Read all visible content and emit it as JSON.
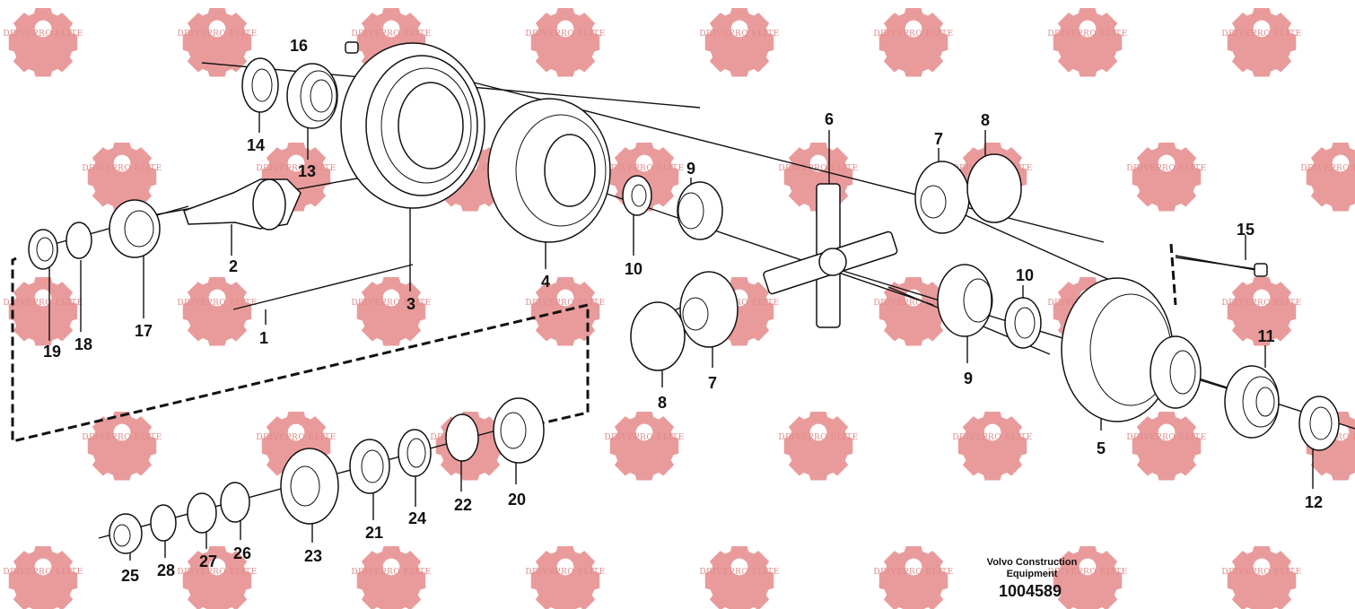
{
  "watermark": {
    "text": "DRIVEPRO ELITE",
    "color": "#e58a8a"
  },
  "caption": {
    "line1": "Volvo Construction",
    "line2": "Equipment",
    "doc_number": "1004589"
  },
  "labels": [
    {
      "id": "16",
      "text": "16"
    },
    {
      "id": "14",
      "text": "14"
    },
    {
      "id": "13",
      "text": "13"
    },
    {
      "id": "2",
      "text": "2"
    },
    {
      "id": "3",
      "text": "3"
    },
    {
      "id": "1",
      "text": "1"
    },
    {
      "id": "4",
      "text": "4"
    },
    {
      "id": "19",
      "text": "19"
    },
    {
      "id": "18",
      "text": "18"
    },
    {
      "id": "17",
      "text": "17"
    },
    {
      "id": "6",
      "text": "6"
    },
    {
      "id": "7a",
      "text": "7"
    },
    {
      "id": "8a",
      "text": "8"
    },
    {
      "id": "9a",
      "text": "9"
    },
    {
      "id": "10a",
      "text": "10"
    },
    {
      "id": "15",
      "text": "15"
    },
    {
      "id": "10b",
      "text": "10"
    },
    {
      "id": "11",
      "text": "11"
    },
    {
      "id": "9b",
      "text": "9"
    },
    {
      "id": "7b",
      "text": "7"
    },
    {
      "id": "8b",
      "text": "8"
    },
    {
      "id": "5",
      "text": "5"
    },
    {
      "id": "12",
      "text": "12"
    },
    {
      "id": "20",
      "text": "20"
    },
    {
      "id": "22",
      "text": "22"
    },
    {
      "id": "24",
      "text": "24"
    },
    {
      "id": "21",
      "text": "21"
    },
    {
      "id": "23",
      "text": "23"
    },
    {
      "id": "25",
      "text": "25"
    },
    {
      "id": "28",
      "text": "28"
    },
    {
      "id": "27",
      "text": "27"
    },
    {
      "id": "26",
      "text": "26"
    }
  ]
}
